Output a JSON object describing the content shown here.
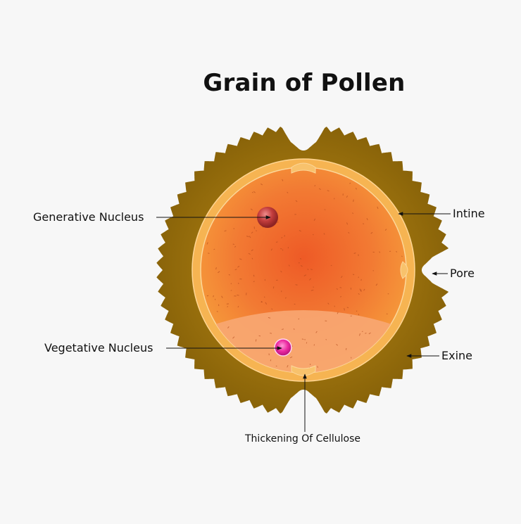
{
  "title": "Grain of Pollen",
  "labels": {
    "generative_nucleus": "Generative Nucleus",
    "vegetative_nucleus": "Vegetative Nucleus",
    "intine": "Intine",
    "pore": "Pore",
    "exine": "Exine",
    "thickening": "Thickening Of Cellulose"
  },
  "colors": {
    "background": "#f7f7f7",
    "exine": "#a0750f",
    "exine_dark": "#7d5a08",
    "intine": "#f6b452",
    "cytoplasm_center": "#ee5a26",
    "cytoplasm_edge": "#f6a03c",
    "vacuole": "#f8a773",
    "generative_nucleus": "#b83a3a",
    "vegetative_nucleus": "#e8249a"
  }
}
